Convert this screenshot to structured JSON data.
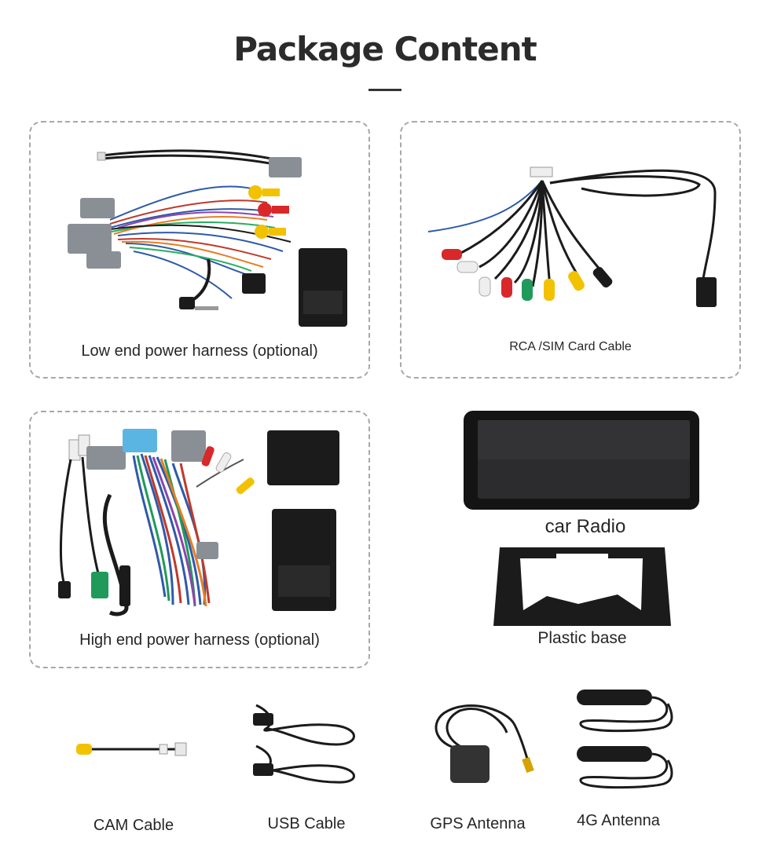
{
  "page": {
    "title": "Package Content"
  },
  "items": {
    "low_end_harness": "Low end power harness (optional)",
    "rca_sim_cable": "RCA /SIM Card Cable",
    "high_end_harness": "High end power harness (optional)",
    "car_radio": "car Radio",
    "plastic_base": "Plastic base",
    "cam_cable": "CAM Cable",
    "usb_cable": "USB Cable",
    "gps_antenna": "GPS Antenna",
    "antenna_4g": "4G Antenna"
  },
  "colors": {
    "dashed_border": "#a8a8a8",
    "connector_gray": "#8a8f96",
    "rca_yellow": "#f2c200",
    "rca_red": "#d8282a",
    "rca_white": "#eeeeee",
    "rca_green": "#1f9a5a",
    "cable_black": "#1b1b1b"
  }
}
